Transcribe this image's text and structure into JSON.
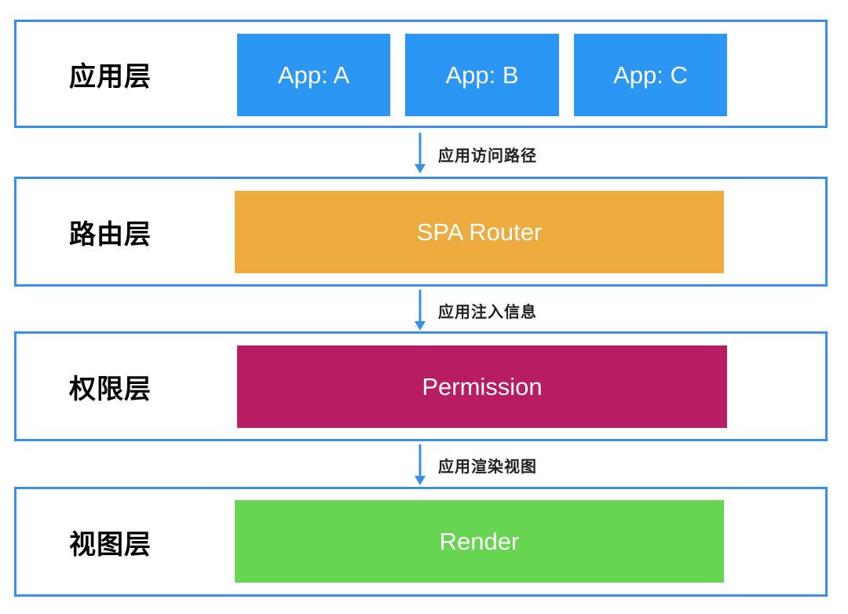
{
  "colors": {
    "layer_border": "#3b8fe9",
    "arrow": "#3b8fe9",
    "app_block": "#2b96f4",
    "router_block": "#eeab3e",
    "permission_block": "#b81c62",
    "render_block": "#67d552"
  },
  "layers": {
    "app": {
      "label": "应用层",
      "blocks": [
        "App: A",
        "App: B",
        "App: C"
      ]
    },
    "router": {
      "label": "路由层",
      "block": "SPA Router"
    },
    "permission": {
      "label": "权限层",
      "block": "Permission"
    },
    "view": {
      "label": "视图层",
      "block": "Render"
    }
  },
  "arrows": {
    "app_to_router": "应用访问路径",
    "router_to_permission": "应用注入信息",
    "permission_to_view": "应用渲染视图"
  }
}
